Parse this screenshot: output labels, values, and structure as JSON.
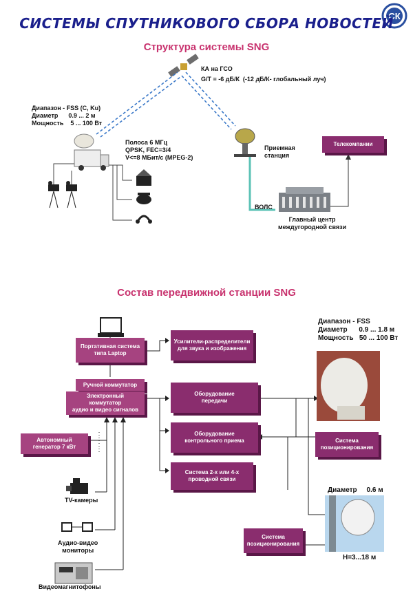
{
  "header": {
    "title": "СИСТЕМЫ СПУТНИКОВОГО СБОРА НОВОСТЕЙ",
    "logo_text": "СК"
  },
  "section1": {
    "title": "Структура системы SNG",
    "satellite_label": "КА на ГСО",
    "satellite_gt": "G/T = -6 дБ/К  (-12 дБ/К- глобальный луч)",
    "mobile_params": "Диапазон - FSS (C, Ku)\nДиаметр      0.9 ... 2 м\nМощность    5 ... 100 Вт",
    "channel_params": "Полоса 6 МГц\nQPSK, FEC=3/4\nV<=8 МБит/с (MPEG-2)",
    "receiving_station": "Приемная\nстанция",
    "tv_companies": "Телекомпании",
    "fiber_label": "ВОЛС",
    "main_center": "Главный центр\nмеждугородной связи"
  },
  "section2": {
    "title": "Состав передвижной станции SNG",
    "laptop_system": "Портативная система\nтипа Laptop",
    "manual_switch": "Ручной коммутатор",
    "electronic_switch": "Электронный\nкоммутатор\nаудио и видео сигналов",
    "generator": "Автономный\nгенератор 7 кВт",
    "amplifiers": "Усилители-распределители\nдля звука и изображения",
    "transmit_equipment": "Оборудование\nпередачи",
    "control_equipment": "Оборудование\nконтрольного приема",
    "intercom": "Система 2-х или 4-х\nпроводной связи",
    "positioning_1": "Система\nпозиционирования",
    "positioning_2": "Система\nпозиционирования",
    "antenna_params": "Диапазон - FSS\nДиаметр      0.9 ... 1.8 м\nМощность   50 ... 100 Вт",
    "small_antenna_diameter": "Диаметр     0.6 м",
    "mast_height": "Н=3...18 м",
    "tv_cameras": "TV-камеры",
    "monitors": "Аудио-видео\nмониторы",
    "vcr": "Видеомагнитофоны"
  }
}
